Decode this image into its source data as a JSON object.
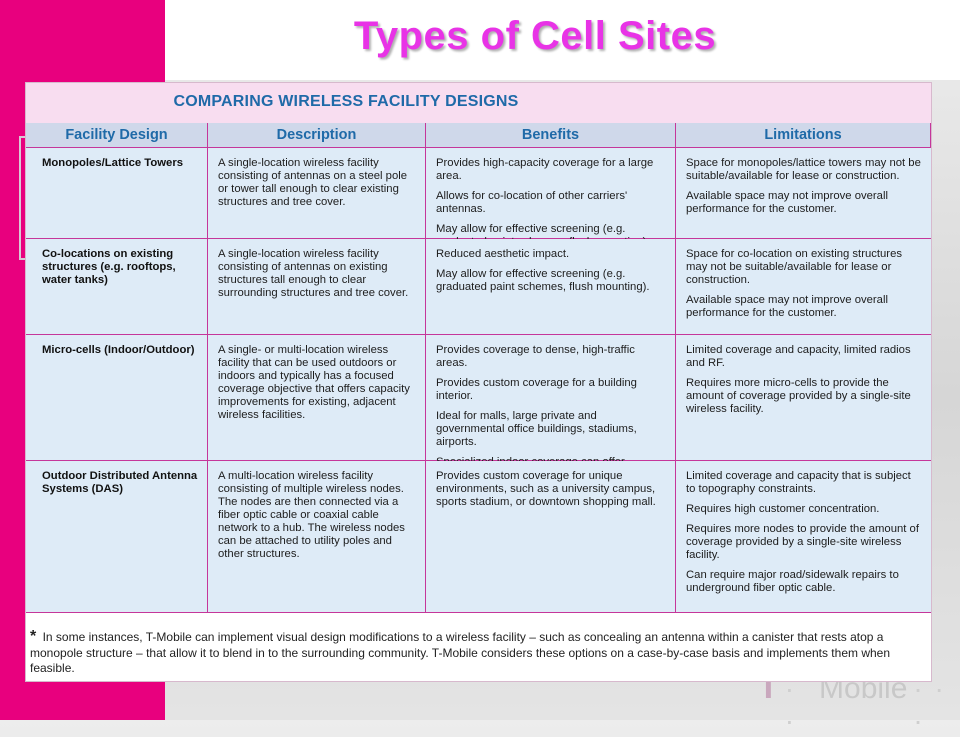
{
  "slide": {
    "title": "Types of Cell Sites",
    "logo": {
      "mark": "T",
      "dots": "· ·",
      "text": "Mobile",
      "trail": "· · ·"
    }
  },
  "table": {
    "title": "COMPARING WIRELESS FACILITY DESIGNS",
    "headers": [
      "Facility Design",
      "Description",
      "Benefits",
      "Limitations"
    ],
    "rows": [
      {
        "design": "Monopoles/Lattice Towers",
        "description": "A single-location wireless facility consisting of antennas on a steel pole or tower tall enough to clear existing structures and tree cover.",
        "benefits": [
          "Provides high-capacity coverage for a large area.",
          "Allows for co-location of other carriers' antennas.",
          "May allow for effective screening (e.g. graduated paint schemes, flush mounting)."
        ],
        "limitations": [
          "Space for monopoles/lattice towers may not be suitable/available for lease or construction.",
          "Available space may not improve overall performance for the customer."
        ]
      },
      {
        "design": "Co-locations on existing structures (e.g. rooftops, water tanks)",
        "description": "A single-location wireless facility consisting of antennas on existing structures tall enough to clear surrounding structures and tree cover.",
        "benefits": [
          "Reduced aesthetic impact.",
          "May allow for effective screening (e.g. graduated paint schemes, flush mounting)."
        ],
        "limitations": [
          "Space for co-location on existing structures may not be suitable/available for lease or construction.",
          "Available space may not improve overall performance for the customer."
        ]
      },
      {
        "design": "Micro-cells (Indoor/Outdoor)",
        "description": "A single- or multi-location wireless facility that can be used outdoors or indoors and typically has a focused coverage objective that offers capacity improvements for existing, adjacent wireless facilities.",
        "benefits": [
          "Provides coverage to dense, high-traffic areas.",
          "Provides custom coverage for a building interior.",
          "Ideal for malls, large private and governmental office buildings, stadiums, airports.",
          "Specialized indoor coverage can offer enhanced public safety for the building."
        ],
        "limitations": [
          "Limited coverage and capacity, limited radios and RF.",
          "Requires more micro-cells to provide the amount of coverage provided by a single-site wireless facility."
        ]
      },
      {
        "design": "Outdoor Distributed Antenna Systems (DAS)",
        "description": "A multi-location wireless facility consisting of multiple wireless nodes. The nodes are then connected via a fiber optic cable or coaxial cable network to a hub. The wireless nodes can be attached to utility poles and other structures.",
        "benefits": [
          "Provides custom coverage for unique environments, such as a university campus, sports stadium, or downtown shopping mall."
        ],
        "limitations": [
          "Limited coverage and capacity that is subject to topography constraints.",
          "Requires high customer concentration.",
          "Requires more nodes to provide the amount of coverage provided by a single-site wireless facility.",
          "Can require major road/sidewalk repairs to underground fiber optic cable."
        ]
      }
    ],
    "footnote": {
      "marker": "*",
      "text": "In some instances, T-Mobile can implement visual design modifications to a wireless facility – such as concealing an antenna within a canister that rests atop a monopole structure – that allow it to blend in to the surrounding community. T-Mobile considers these options on a case-by-case basis and implements them when feasible."
    }
  }
}
